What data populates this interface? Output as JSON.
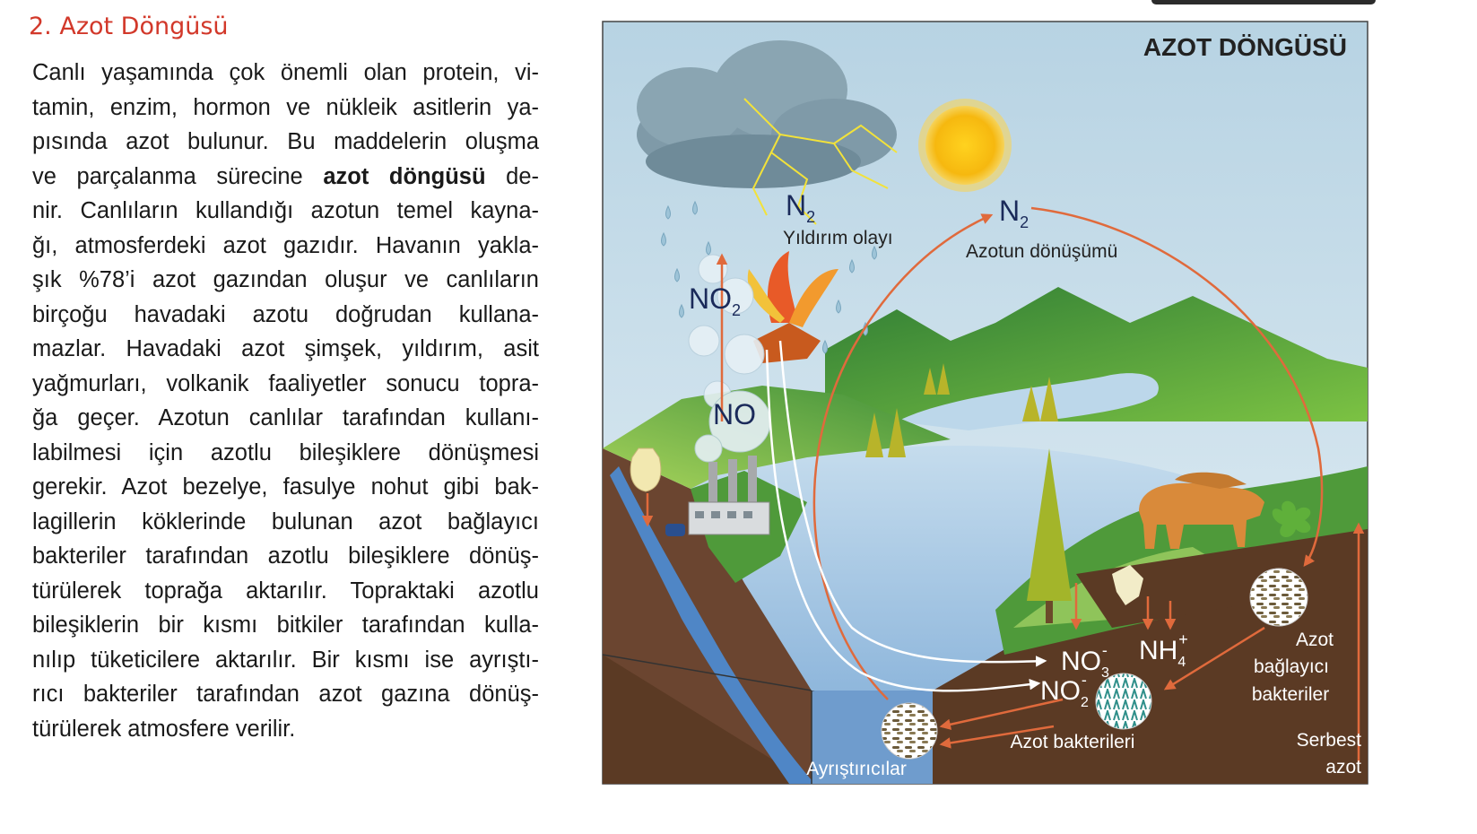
{
  "section": {
    "title": "2. Azot Döngüsü",
    "lines": [
      [
        "Canlı yaşamında çok önemli olan protein, vi-"
      ],
      [
        "tamin, enzim, hormon ve nükleik asitlerin ya-"
      ],
      [
        "pısında azot bulunur. Bu maddelerin oluşma"
      ],
      [
        "ve parçalanma sürecine ",
        "azot döngüsü",
        " de-"
      ],
      [
        "nir. Canlıların kullandığı azotun temel kayna-"
      ],
      [
        "ğı, atmosferdeki azot gazıdır. Havanın yakla-"
      ],
      [
        "şık %78’i azot gazından oluşur ve canlıların"
      ],
      [
        "birçoğu havadaki azotu doğrudan kullana-"
      ],
      [
        "mazlar. Havadaki azot şimşek, yıldırım, asit"
      ],
      [
        "yağmurları, volkanik faaliyetler sonucu topra-"
      ],
      [
        "ğa geçer. Azotun canlılar tarafından kullanı-"
      ],
      [
        "labilmesi için azotlu bileşiklere dönüşmesi"
      ],
      [
        "gerekir. Azot bezelye, fasulye nohut gibi bak-"
      ],
      [
        "lagillerin köklerinde bulunan azot bağlayıcı"
      ],
      [
        "bakteriler tarafından azotlu bileşiklere dönüş-"
      ],
      [
        "türülerek toprağa aktarılır. Topraktaki azotlu"
      ],
      [
        "bileşiklerin bir kısmı bitkiler tarafından kulla-"
      ],
      [
        "nılıp tüketicilere aktarılır. Bir kısmı ise ayrıştı-"
      ],
      [
        "rıcı bakteriler tarafından azot gazına dönüş-"
      ],
      [
        "türülerek atmosfere verilir."
      ]
    ]
  },
  "diagram": {
    "title": "AZOT DÖNGÜSÜ",
    "labels": {
      "n2_left": "N",
      "n2_left_sub": "2",
      "lightning": "Yıldırım olayı",
      "n2_right": "N",
      "n2_right_sub": "2",
      "conversion": "Azotun dönüşümü",
      "no2": "NO",
      "no2_sub": "2",
      "no": "NO",
      "no3": "NO",
      "no3_sub": "3",
      "no3_sup": "-",
      "no2b": "NO",
      "no2b_sub": "2",
      "no2b_sup": "-",
      "nh4": "NH",
      "nh4_sub": "4",
      "nh4_sup": "+",
      "fixing_1": "Azot",
      "fixing_2": "bağlayıcı",
      "fixing_3": "bakteriler",
      "nitrifying": "Azot bakterileri",
      "decomposers": "Ayrıştırıcılar",
      "free_1": "Serbest",
      "free_2": "azot"
    }
  },
  "colors": {
    "title_red": "#d2382a",
    "sky": "#cfe3ee",
    "arrow": "#e06a3c",
    "soil": "#5b3a24",
    "water": "#6f9ccd",
    "grass": "#4f9a3a"
  }
}
